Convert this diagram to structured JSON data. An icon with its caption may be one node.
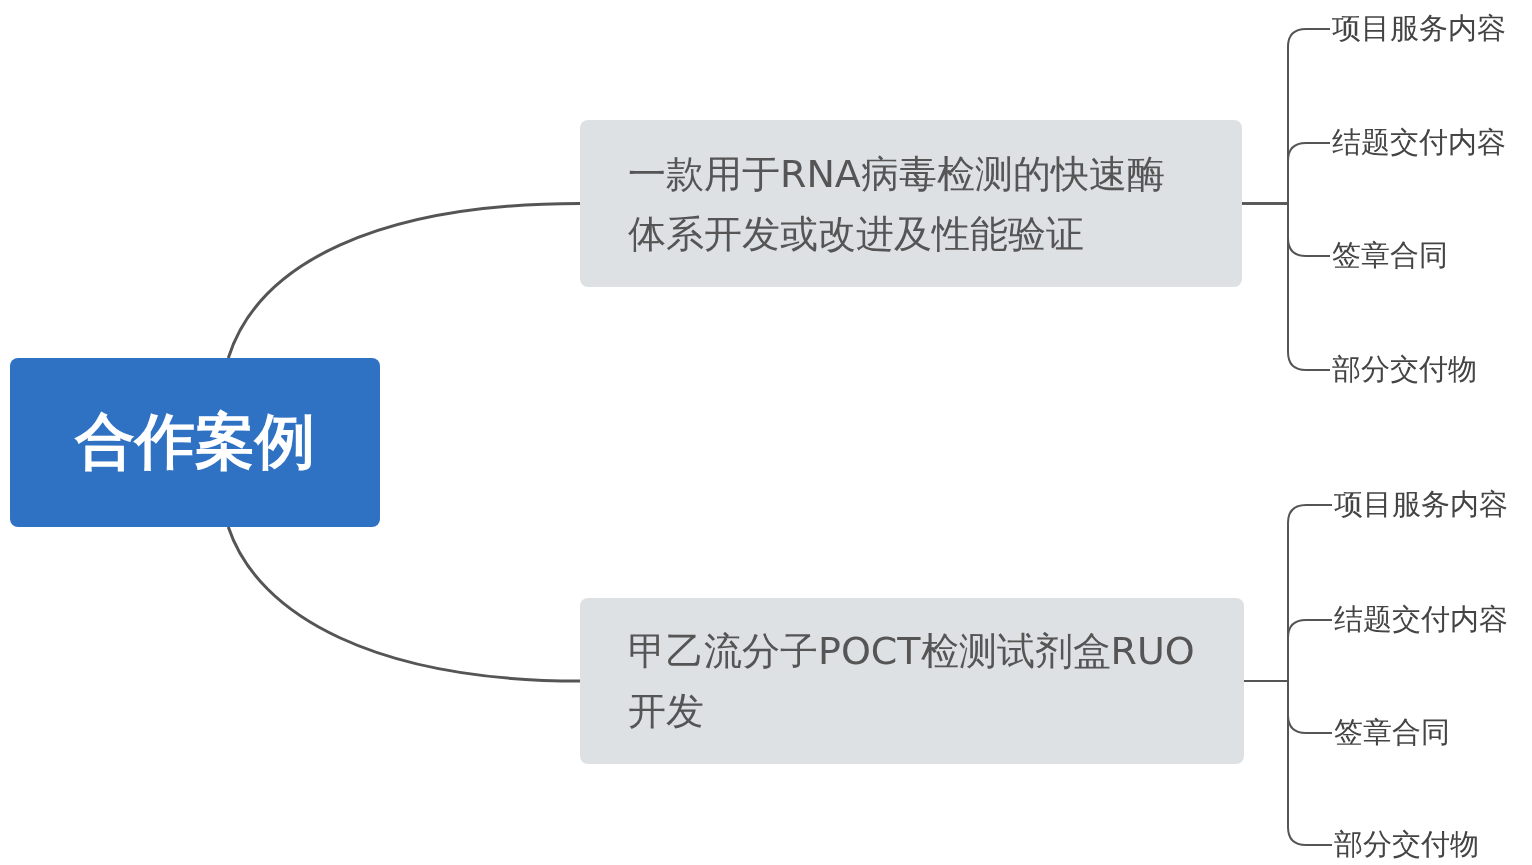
{
  "diagram": {
    "nodes": [
      {
        "text": [
          "合作案例"
        ]
      },
      {
        "text": [
          "一款用于RNA病毒检测的快速酶体系开发或改进及性能验证"
        ]
      },
      {
        "text": [
          "甲乙流分子POCT检测试剂盒RUO开发"
        ]
      },
      {
        "text": [
          "项目服务内容"
        ]
      },
      {
        "text": [
          "结题交付内容"
        ]
      },
      {
        "text": [
          "签章合同"
        ]
      },
      {
        "text": [
          "部分交付物"
        ]
      },
      {
        "text": [
          "项目服务内容"
        ]
      },
      {
        "text": [
          "结题交付内容"
        ]
      },
      {
        "text": [
          "签章合同"
        ]
      },
      {
        "text": [
          "部分交付物"
        ]
      }
    ],
    "edges": [
      {
        "from": 0,
        "to": 1,
        "arrow": "none"
      },
      {
        "from": 0,
        "to": 2,
        "arrow": "none"
      },
      {
        "from": 1,
        "to": 3,
        "arrow": "none"
      },
      {
        "from": 1,
        "to": 4,
        "arrow": "none"
      },
      {
        "from": 1,
        "to": 5,
        "arrow": "none"
      },
      {
        "from": 1,
        "to": 6,
        "arrow": "none"
      },
      {
        "from": 2,
        "to": 7,
        "arrow": "none"
      },
      {
        "from": 2,
        "to": 8,
        "arrow": "none"
      },
      {
        "from": 2,
        "to": 9,
        "arrow": "none"
      },
      {
        "from": 2,
        "to": 10,
        "arrow": "none"
      }
    ]
  }
}
